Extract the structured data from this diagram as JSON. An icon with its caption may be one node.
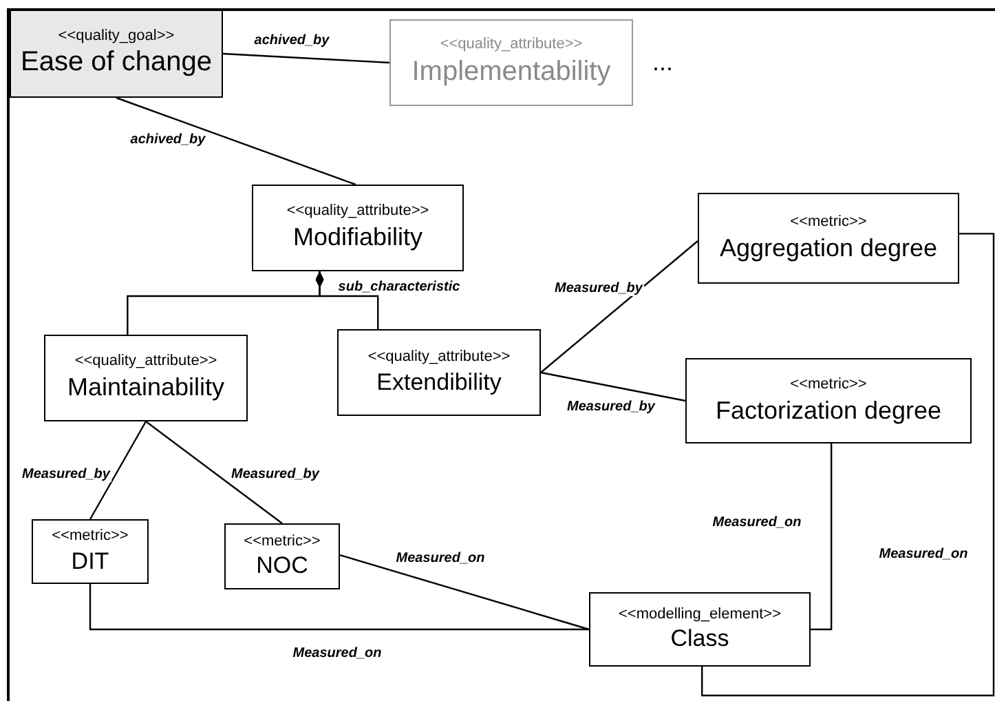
{
  "diagram": {
    "nodes": [
      {
        "text": [
          "<<quality_goal>>",
          "Ease of change"
        ]
      },
      {
        "text": [
          "<<quality_attribute>>",
          "Implementability"
        ],
        "beside": [
          "..."
        ]
      },
      {
        "text": [
          "<<quality_attribute>>",
          "Modifiability"
        ]
      },
      {
        "text": [
          "<<metric>>",
          "Aggregation degree"
        ]
      },
      {
        "text": [
          "<<quality_attribute>>",
          "Maintainability"
        ]
      },
      {
        "text": [
          "<<quality_attribute>>",
          "Extendibility"
        ]
      },
      {
        "text": [
          "<<metric>>",
          "Factorization degree"
        ]
      },
      {
        "text": [
          "<<metric>>",
          "DIT"
        ]
      },
      {
        "text": [
          "<<metric>>",
          "NOC"
        ]
      },
      {
        "text": [
          "<<modelling_element>>",
          "Class"
        ]
      }
    ],
    "edges": [
      {
        "from": 0,
        "to": 1,
        "arrow": "none",
        "label": "achived_by"
      },
      {
        "from": 0,
        "to": 2,
        "arrow": "none",
        "label": "achived_by"
      },
      {
        "from": 2,
        "to": 4,
        "arrow": "other"
      },
      {
        "from": 2,
        "to": 5,
        "arrow": "other",
        "label": "sub_characteristic"
      },
      {
        "from": 5,
        "to": 3,
        "arrow": "none",
        "label": "Measured_by"
      },
      {
        "from": 5,
        "to": 6,
        "arrow": "none",
        "label": "Measured_by"
      },
      {
        "from": 4,
        "to": 7,
        "arrow": "none",
        "label": "Measured_by"
      },
      {
        "from": 4,
        "to": 8,
        "arrow": "none",
        "label": "Measured_by"
      },
      {
        "from": 8,
        "to": 9,
        "arrow": "none",
        "label": "Measured_on"
      },
      {
        "from": 7,
        "to": 9,
        "arrow": "none",
        "label": "Measured_on"
      },
      {
        "from": 6,
        "to": 9,
        "arrow": "none",
        "label": "Measured_on"
      },
      {
        "from": 3,
        "to": 9,
        "arrow": "none",
        "label": "Measured_on"
      }
    ]
  }
}
